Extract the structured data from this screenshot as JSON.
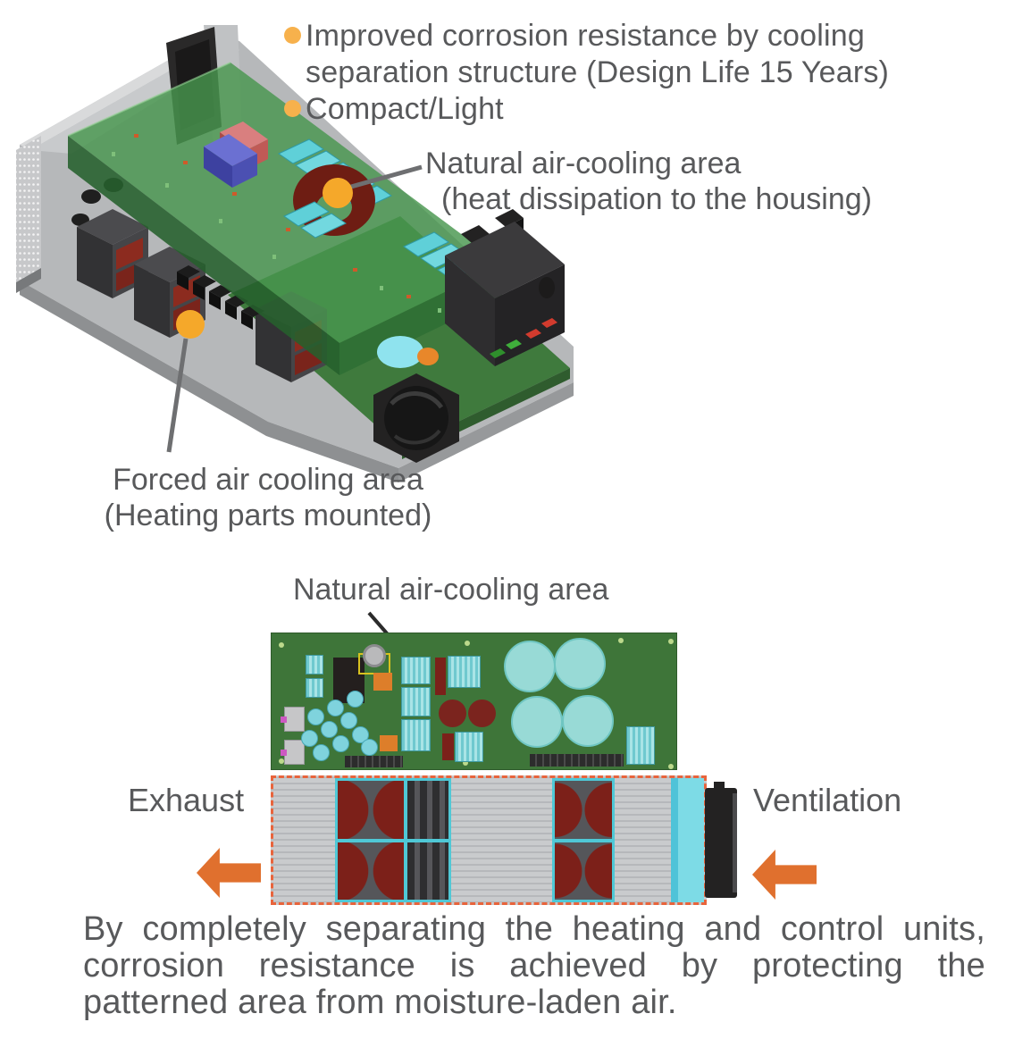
{
  "top_figure": {
    "bullets": [
      "Improved corrosion resistance by cooling separation structure (Design Life 15 Years)",
      "Compact/Light"
    ],
    "natural_label_line1": "Natural air-cooling area",
    "natural_label_line2": "(heat dissipation to the housing)",
    "forced_label_line1": "Forced air cooling area",
    "forced_label_line2": "(Heating parts mounted)"
  },
  "bottom_figure": {
    "natural_label": "Natural air-cooling area",
    "exhaust_label": "Exhaust",
    "ventilation_label": "Ventilation"
  },
  "caption": "By completely separating the heating and control units, corrosion resistance is achieved by protecting the patterned area from moisture-laden air.",
  "colors": {
    "text_gray": "#58595B",
    "bullet_orange": "#F7B14C",
    "marker_orange": "#F5A82A",
    "block_arrow_orange": "#E0702E",
    "dashed_border_red": "#E8643C",
    "pcb_green": "#3E7539",
    "component_cyan": "#4FC8D6",
    "dark_red": "#7B211A"
  }
}
